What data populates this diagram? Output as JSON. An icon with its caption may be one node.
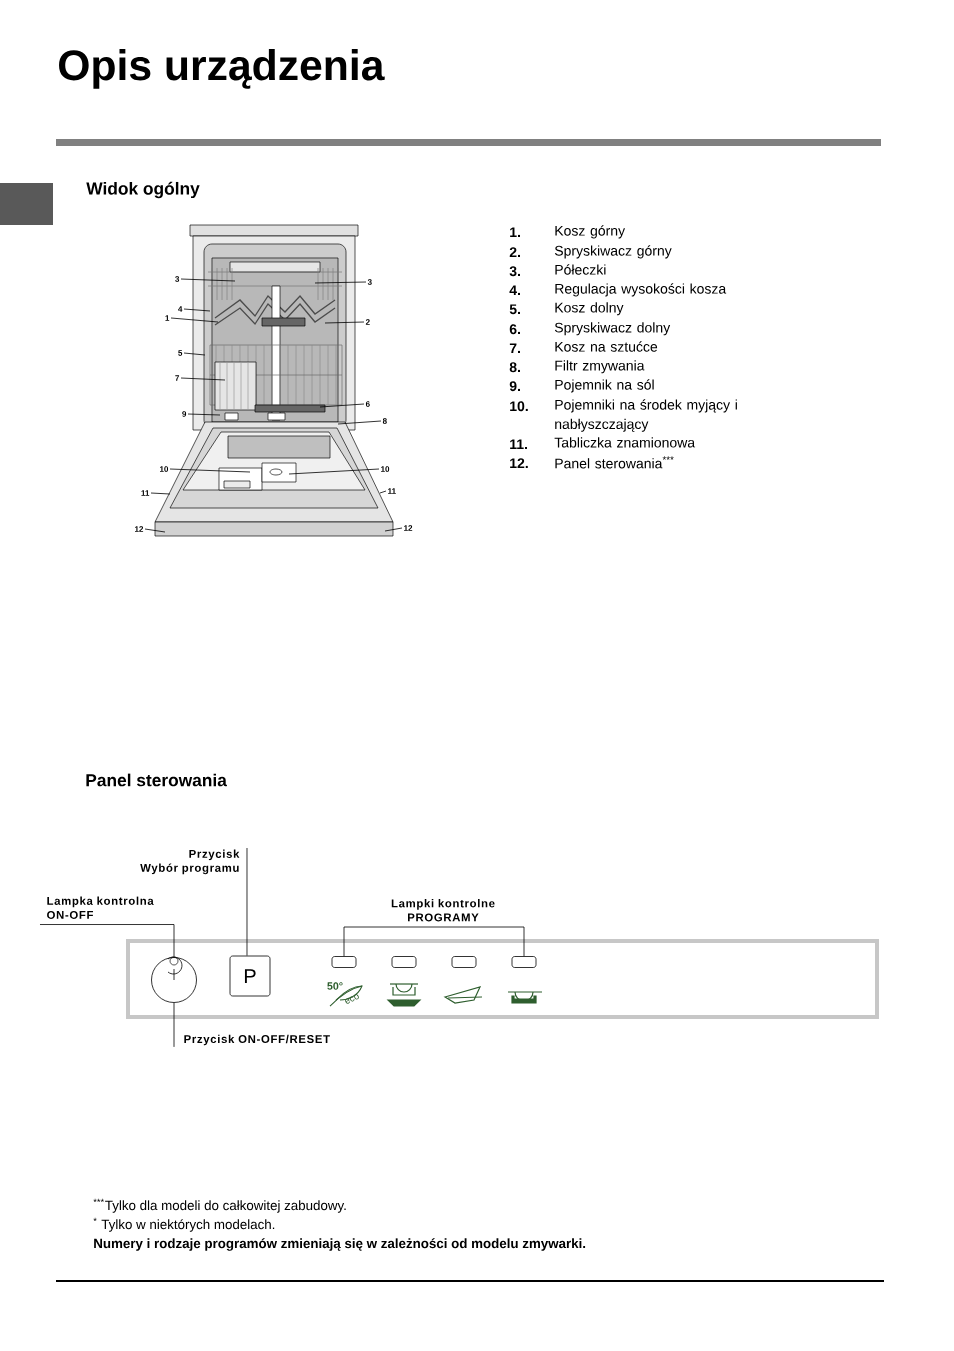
{
  "diagram": {
    "title": "Opis urządzenia",
    "nodes": [
      {
        "text": [
          "3"
        ]
      },
      {
        "text": [
          "3"
        ]
      },
      {
        "text": [
          "4"
        ]
      },
      {
        "text": [
          "1"
        ]
      },
      {
        "text": [
          "2"
        ]
      },
      {
        "text": [
          "5"
        ]
      },
      {
        "text": [
          "7"
        ]
      },
      {
        "text": [
          "9"
        ]
      },
      {
        "text": [
          "6"
        ]
      },
      {
        "text": [
          "8"
        ]
      },
      {
        "text": [
          "10"
        ]
      },
      {
        "text": [
          "10"
        ]
      },
      {
        "text": [
          "11"
        ]
      },
      {
        "text": [
          "11"
        ]
      },
      {
        "text": [
          "12"
        ]
      },
      {
        "text": [
          "12"
        ]
      },
      {
        "text": [
          "Lampka kontrolna ON-OFF"
        ]
      },
      {
        "text": [],
        "shape": "circle"
      },
      {
        "text": [],
        "shape": "circle",
        "in": 17
      },
      {
        "text": [
          "Przycisk Wybór programu"
        ]
      },
      {
        "text": [
          "P"
        ]
      },
      {
        "text": [
          "Przycisk ON-OFF/RESET"
        ]
      },
      {
        "text": [
          "Lampki kontrolne PROGRAMY"
        ]
      },
      {
        "text": [],
        "shape": "box"
      },
      {
        "text": [],
        "shape": "box"
      },
      {
        "text": [],
        "shape": "box"
      },
      {
        "text": [],
        "shape": "box"
      }
    ],
    "edges": [
      {
        "from": 0,
        "to": null,
        "arrow": "none"
      },
      {
        "from": 1,
        "to": null,
        "arrow": "none"
      },
      {
        "from": 2,
        "to": null,
        "arrow": "none"
      },
      {
        "from": 3,
        "to": null,
        "arrow": "none"
      },
      {
        "from": 4,
        "to": null,
        "arrow": "none"
      },
      {
        "from": 5,
        "to": null,
        "arrow": "none"
      },
      {
        "from": 6,
        "to": null,
        "arrow": "none"
      },
      {
        "from": 7,
        "to": null,
        "arrow": "none"
      },
      {
        "from": 8,
        "to": null,
        "arrow": "none"
      },
      {
        "from": 9,
        "to": null,
        "arrow": "none"
      },
      {
        "from": 10,
        "to": null,
        "arrow": "none"
      },
      {
        "from": 11,
        "to": null,
        "arrow": "none"
      },
      {
        "from": 12,
        "to": null,
        "arrow": "none"
      },
      {
        "from": 13,
        "to": null,
        "arrow": "none"
      },
      {
        "from": 14,
        "to": null,
        "arrow": "none"
      },
      {
        "from": 15,
        "to": null,
        "arrow": "none"
      },
      {
        "from": 16,
        "to": 18,
        "arrow": "none"
      },
      {
        "from": 19,
        "to": 20,
        "arrow": "none"
      },
      {
        "from": 21,
        "to": 17,
        "arrow": "none"
      },
      {
        "from": 22,
        "to": 23,
        "arrow": "none"
      },
      {
        "from": 22,
        "to": 26,
        "arrow": "none"
      }
    ],
    "labels": [
      "Widok ogólny",
      "1.",
      "Kosz górny",
      "2.",
      "Spryskiwacz górny",
      "3.",
      "Półeczki",
      "4.",
      "Regulacja wysokości kosza",
      "5.",
      "Kosz dolny",
      "6.",
      "Spryskiwacz dolny",
      "7.",
      "Kosz na sztućce",
      "8.",
      "Filtr zmywania",
      "9.",
      "Pojemnik na sól",
      "10.",
      "Pojemniki na środek myjący i nabłyszczający",
      "11.",
      "Tabliczka znamionowa",
      "12.",
      "Panel sterowania$^{***}$",
      "Panel sterowania",
      "50°",
      "eco",
      "$^{***}$Tylko dla modeli do całkowitej zabudowy.",
      "$^{*}$ Tylko w niektórych modelach.",
      "Numery i rodzaje programów zmieniają się w zależności od modelu zmywarki."
    ]
  }
}
